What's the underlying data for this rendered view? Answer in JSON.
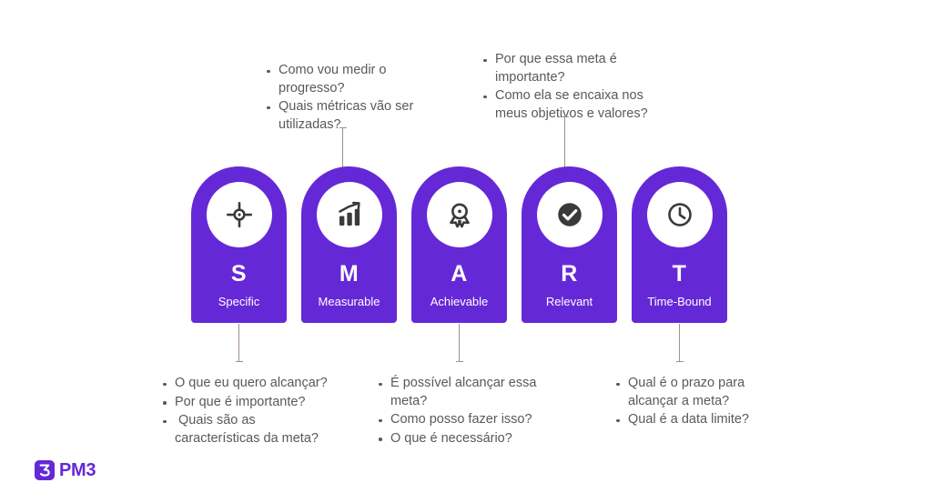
{
  "brand": {
    "logo_mark_glyph": "3",
    "logo_text": "PM3",
    "accent_color": "#6528d7",
    "note_text_color": "#58595b",
    "connector_color": "#a08f86"
  },
  "pills": [
    {
      "letter": "S",
      "word": "Specific",
      "icon": "target-crosshair-icon"
    },
    {
      "letter": "M",
      "word": "Measurable",
      "icon": "bar-chart-growth-icon"
    },
    {
      "letter": "A",
      "word": "Achievable",
      "icon": "award-medal-icon"
    },
    {
      "letter": "R",
      "word": "Relevant",
      "icon": "check-circle-icon"
    },
    {
      "letter": "T",
      "word": "Time-Bound",
      "icon": "clock-icon"
    }
  ],
  "notes": {
    "measurable_above": {
      "items": [
        "Como vou medir o progresso?",
        "Quais métricas vão ser utilizadas?"
      ]
    },
    "relevant_above": {
      "items": [
        "Por que essa meta é importante?",
        "Como ela se encaixa nos meus objetivos e valores?"
      ]
    },
    "specific_below": {
      "items": [
        "O que eu quero alcançar?",
        "Por que é importante?",
        " Quais são as características da meta?"
      ]
    },
    "achievable_below": {
      "items": [
        "É possível alcançar essa meta?",
        "Como posso fazer isso?",
        "O que é necessário?"
      ]
    },
    "timebound_below": {
      "items": [
        "Qual é o prazo para alcançar a meta?",
        "Qual é a data limite?"
      ]
    }
  }
}
